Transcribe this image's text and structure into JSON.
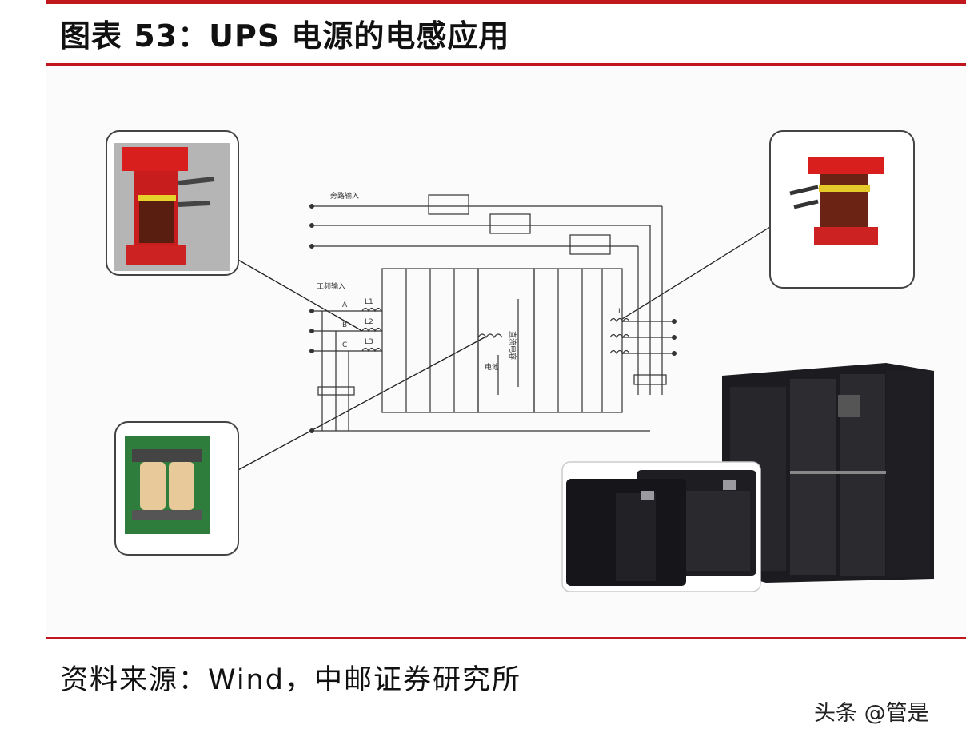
{
  "title": "图表 53：UPS 电源的电感应用",
  "source": "资料来源：Wind，中邮证券研究所",
  "watermark": "头条 @管是",
  "diagram_labels": {
    "bypass_input": "旁路输入",
    "mains_input": "工频输入",
    "phase_a": "A",
    "phase_b": "B",
    "phase_c": "C",
    "inductor_1": "L1",
    "inductor_2": "L2",
    "inductor_3": "L3",
    "output_inductor": "L",
    "battery": "电池",
    "dc_capacitor": "直流电容"
  },
  "colors": {
    "accent": "#c0171c"
  }
}
